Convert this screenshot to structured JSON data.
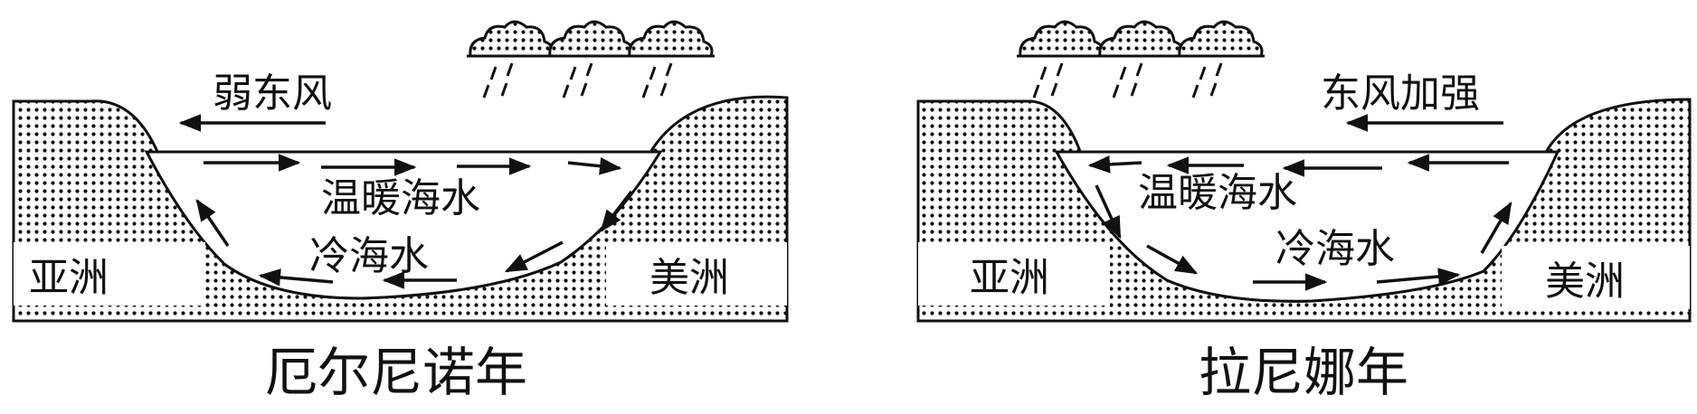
{
  "colors": {
    "ink": "#111111",
    "land_dot": "#111111",
    "background": "#ffffff"
  },
  "panels": [
    {
      "id": "el-nino",
      "caption": "厄尔尼诺年",
      "wind_label": "弱东风",
      "warm_water_label": "温暖海水",
      "cold_water_label": "冷海水",
      "left_land_label": "亚洲",
      "right_land_label": "美洲",
      "cloud_icon": "rain-cloud-icon"
    },
    {
      "id": "la-nina",
      "caption": "拉尼娜年",
      "wind_label": "东风加强",
      "warm_water_label": "温暖海水",
      "cold_water_label": "冷海水",
      "left_land_label": "亚洲",
      "right_land_label": "美洲",
      "cloud_icon": "rain-cloud-icon"
    }
  ]
}
